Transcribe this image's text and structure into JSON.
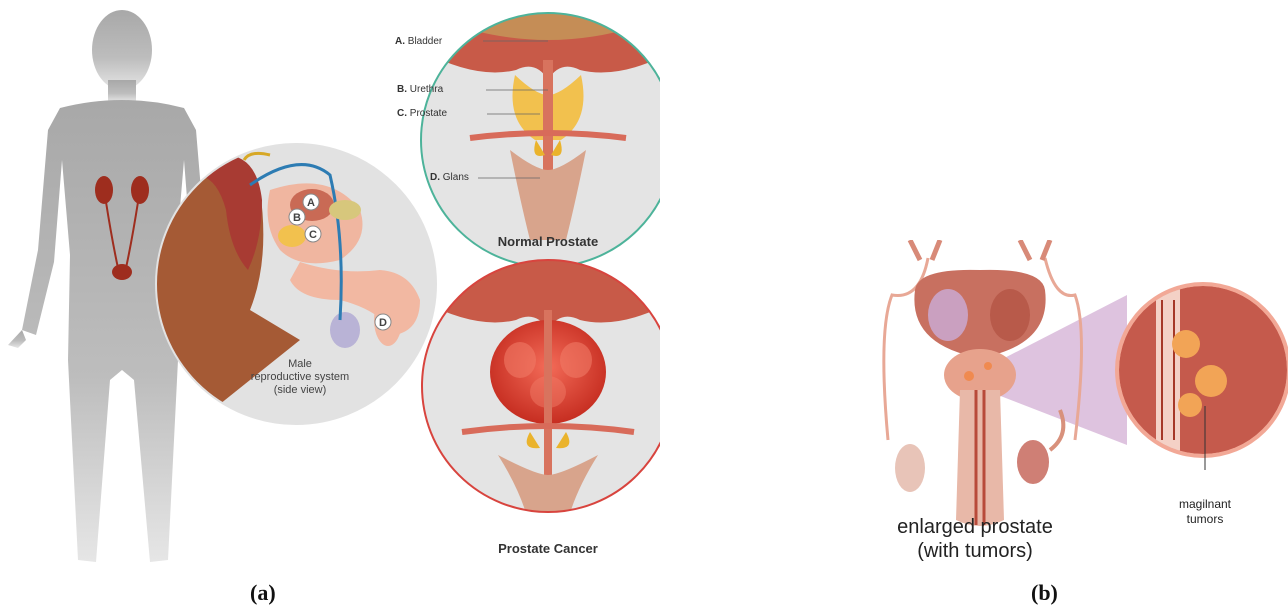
{
  "panel_a": {
    "letter": "(a)",
    "labels": {
      "a_prefix": "A.",
      "a_text": "Bladder",
      "b_prefix": "B.",
      "b_text": "Urethra",
      "c_prefix": "C.",
      "c_text": "Prostate",
      "d_prefix": "D.",
      "d_text": "Glans"
    },
    "markers": {
      "a": "A",
      "b": "B",
      "c": "C",
      "d": "D"
    },
    "side_view_caption": [
      "Male",
      "reproductive system",
      "(side view)"
    ],
    "normal_caption": "Normal Prostate",
    "cancer_caption": "Prostate Cancer"
  },
  "panel_b": {
    "letter": "(b)",
    "caption_line1": "enlarged prostate",
    "caption_line2": "(with tumors)",
    "tumor_line1": "magilnant",
    "tumor_line2": "tumors"
  },
  "colors": {
    "silhouette": "#9c9c9c",
    "tissue": "#c0584a",
    "prostate_normal": "#f2c14e",
    "tumor": "#e04a3a",
    "normal_ring": "#4db39a",
    "cancer_ring": "#d8443e",
    "purple_highlight": "#a05fa8"
  }
}
